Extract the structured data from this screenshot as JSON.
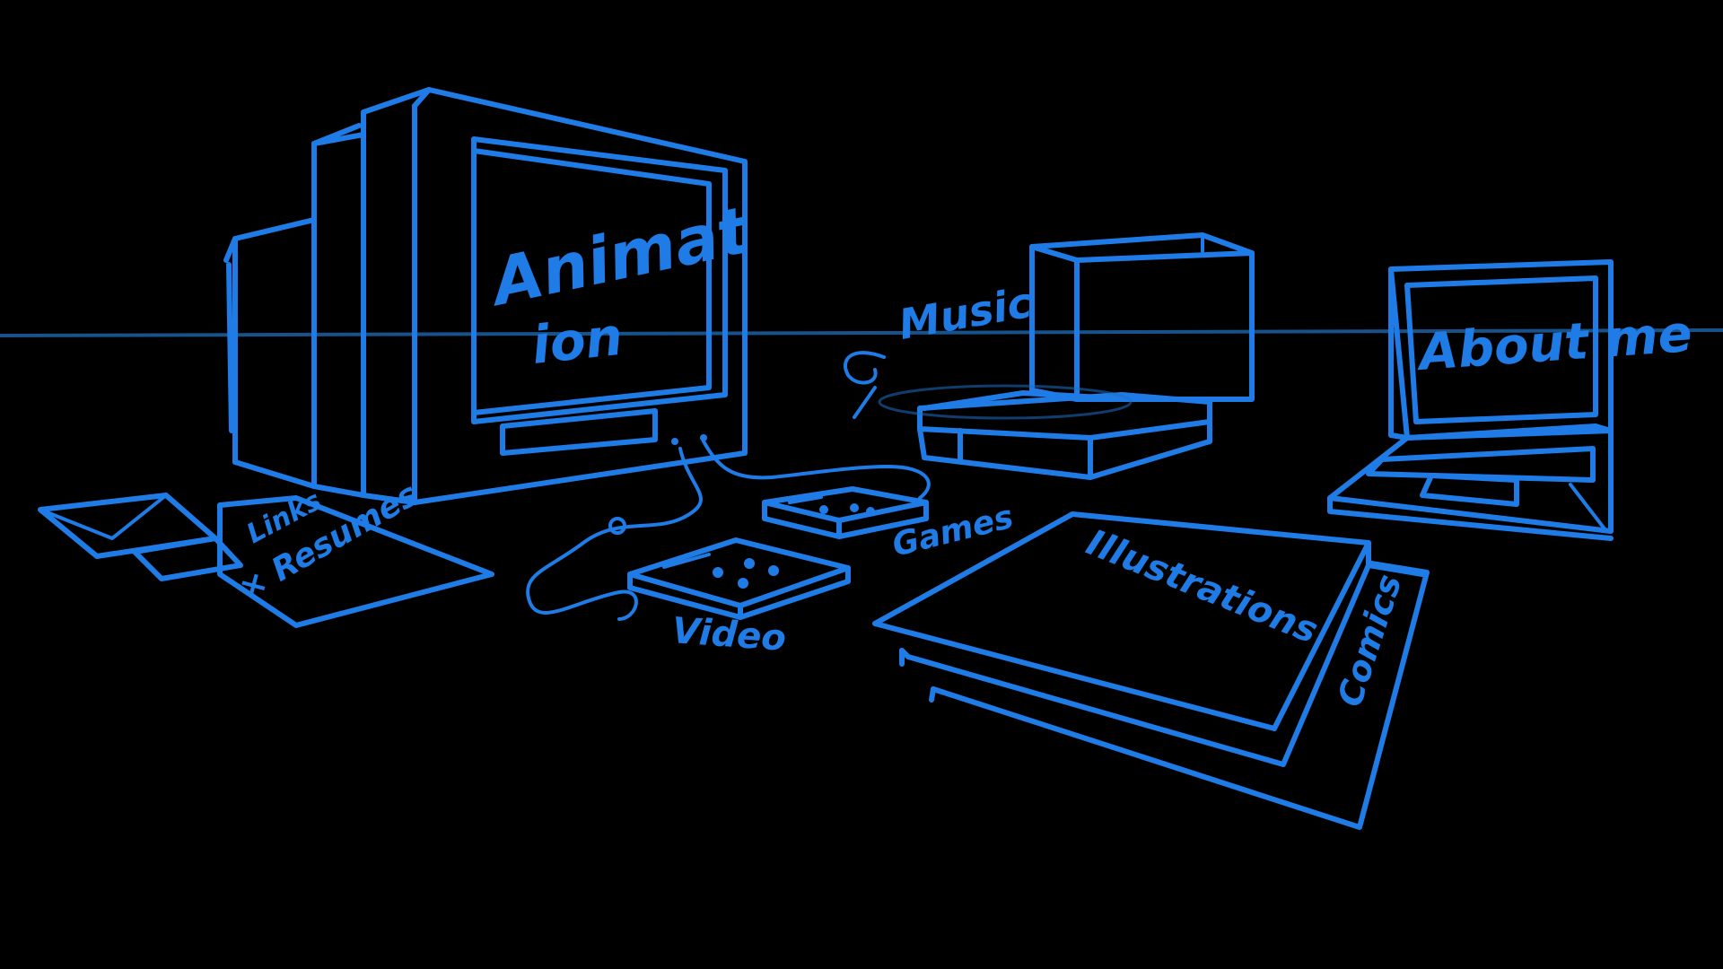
{
  "colors": {
    "background": "#000000",
    "ink": "#1f7ce6",
    "horizon": "#1a5d9a"
  },
  "labels": {
    "animation_line1": "Animat",
    "animation_line2": "ion",
    "music": "Music",
    "about_me": "About me",
    "games": "Games",
    "video": "Video",
    "illustrations": "Illustrations",
    "comics": "Comics",
    "links": "Links",
    "resumes": "× Resumes"
  }
}
